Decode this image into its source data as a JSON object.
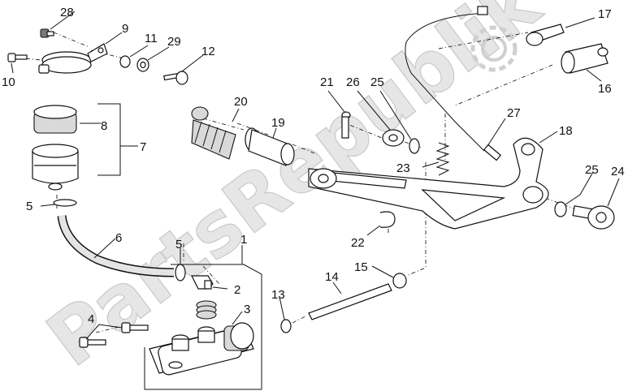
{
  "watermark": "PartsRepublik",
  "labels": {
    "p1": "1",
    "p2": "2",
    "p3": "3",
    "p4": "4",
    "p5a": "5",
    "p5b": "5",
    "p6": "6",
    "p7": "7",
    "p8": "8",
    "p9": "9",
    "p10": "10",
    "p11": "11",
    "p12": "12",
    "p13": "13",
    "p14": "14",
    "p15": "15",
    "p16": "16",
    "p17": "17",
    "p18": "18",
    "p19": "19",
    "p20": "20",
    "p21": "21",
    "p22": "22",
    "p23": "23",
    "p24": "24",
    "p25a": "25",
    "p25b": "25",
    "p26": "26",
    "p27": "27",
    "p28": "28",
    "p29": "29"
  }
}
